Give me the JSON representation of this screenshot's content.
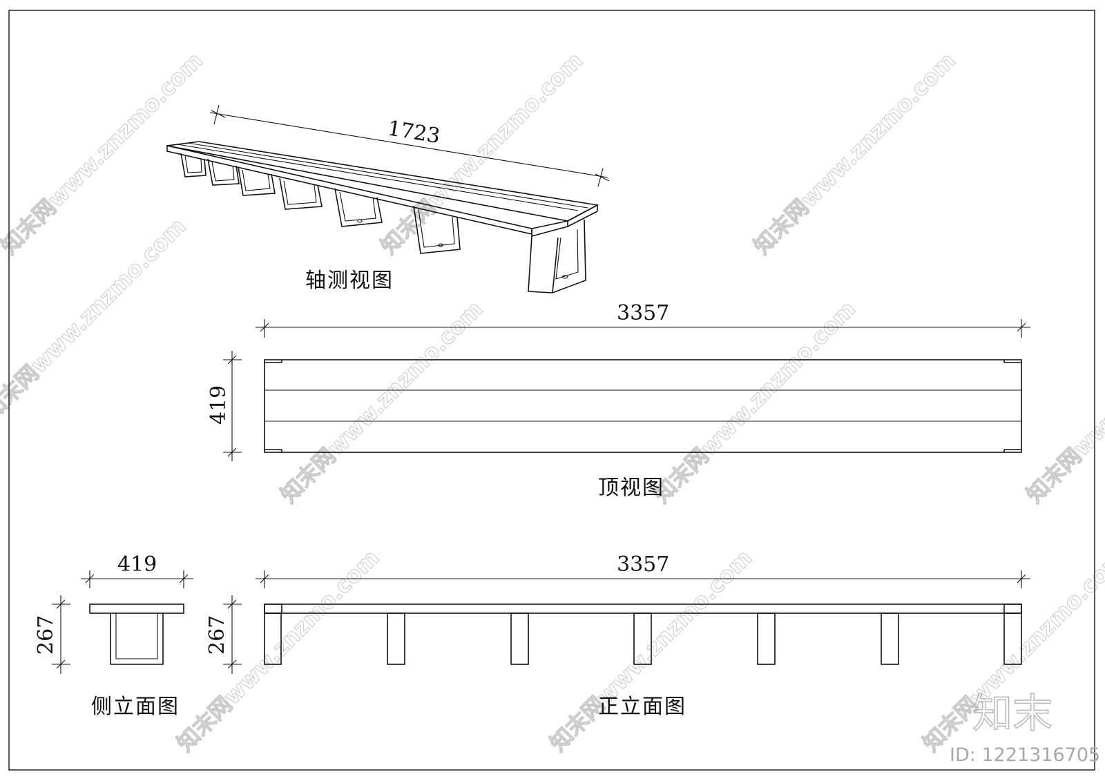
{
  "views": {
    "axonometric": {
      "label": "轴测视图",
      "dim_length": "1723"
    },
    "top": {
      "label": "顶视图",
      "dim_length": "3357",
      "dim_width": "419"
    },
    "side": {
      "label": "侧立面图",
      "dim_width": "419",
      "dim_height": "267"
    },
    "front": {
      "label": "正立面图",
      "dim_length": "3357",
      "dim_height": "267"
    }
  },
  "watermark": {
    "text": "知末网www.znzmo.com"
  },
  "brand": {
    "name": "知末",
    "id_text": "ID: 1221316705"
  },
  "colors": {
    "line": "#111111",
    "watermark": "#c8c8c8",
    "brand": "#b5b5b5"
  }
}
